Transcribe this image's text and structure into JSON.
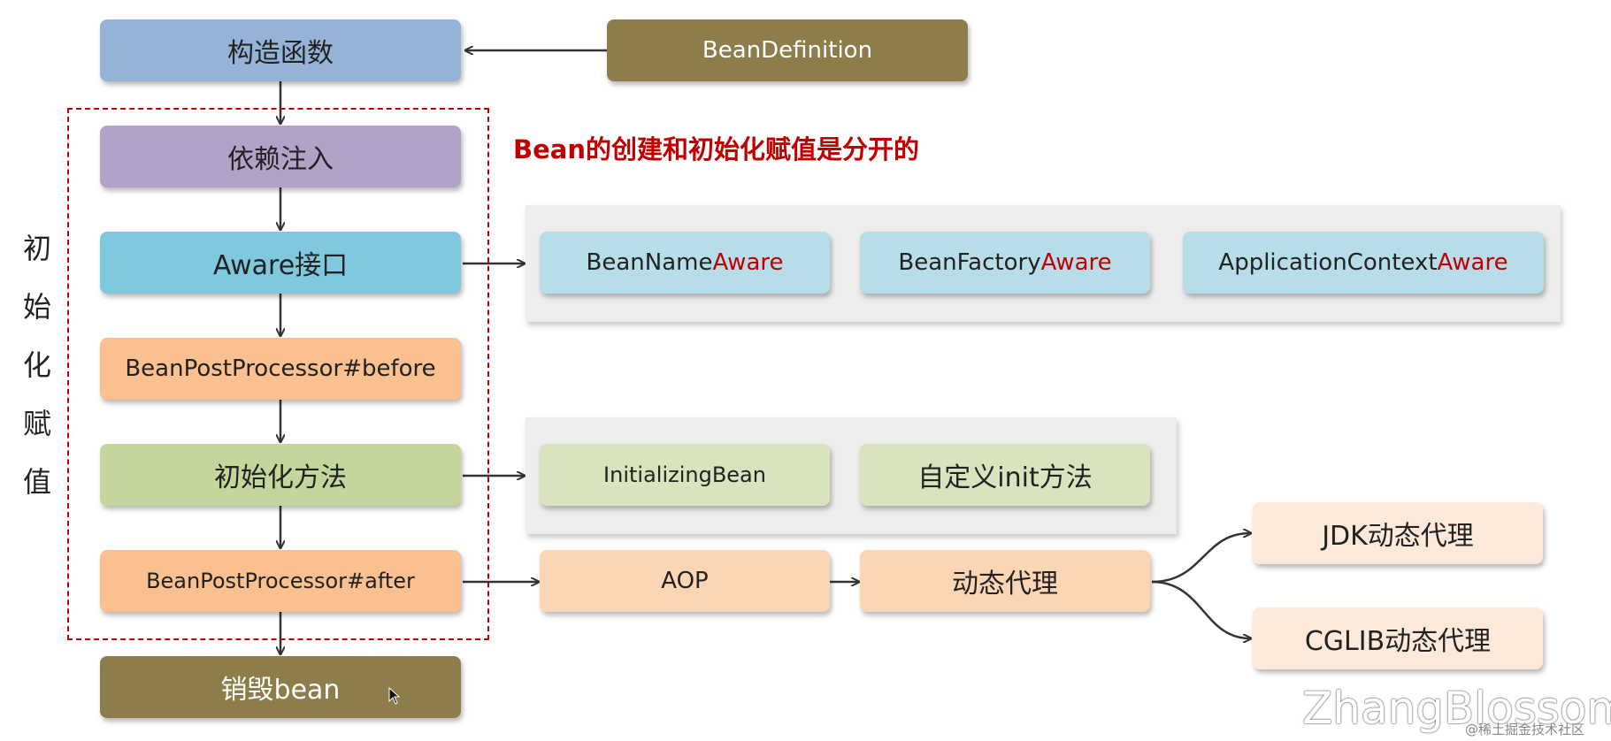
{
  "left_label": [
    "初",
    "始",
    "化",
    "赋",
    "值"
  ],
  "note": "Bean的创建和初始化赋值是分开的",
  "chain": {
    "constructor": "构造函数",
    "bean_definition": "BeanDefinition",
    "dependency_injection": "依赖注入",
    "aware": "Aware接口",
    "bpp_before": "BeanPostProcessor#before",
    "init_method": "初始化方法",
    "bpp_after": "BeanPostProcessor#after",
    "destroy": "销毁bean"
  },
  "aware_items": [
    {
      "prefix": "BeanName",
      "suffix": "Aware"
    },
    {
      "prefix": "BeanFactory",
      "suffix": "Aware"
    },
    {
      "prefix": "ApplicationContext",
      "suffix": "Aware"
    }
  ],
  "init_items": [
    "InitializingBean",
    "自定义init方法"
  ],
  "aop": {
    "aop": "AOP",
    "dynamic_proxy": "动态代理",
    "jdk_proxy": "JDK动态代理",
    "cglib_proxy": "CGLIB动态代理"
  },
  "watermark": {
    "author": "ZhangBlossom",
    "site": "@稀土掘金技术社区"
  },
  "colors": {
    "constructor": "#95b3d7",
    "bean_definition": "#8c7d4a",
    "dependency_injection": "#b3a2c7",
    "aware": "#7fc8dd",
    "bpp": "#fac090",
    "init": "#c3d69b",
    "destroy": "#8c7d4a",
    "aware_item": "#b7dee8",
    "init_item": "#d7e4bd",
    "aop_item": "#fcd5b5",
    "proxy_item": "#fde9d9",
    "highlight": "#c00000"
  }
}
